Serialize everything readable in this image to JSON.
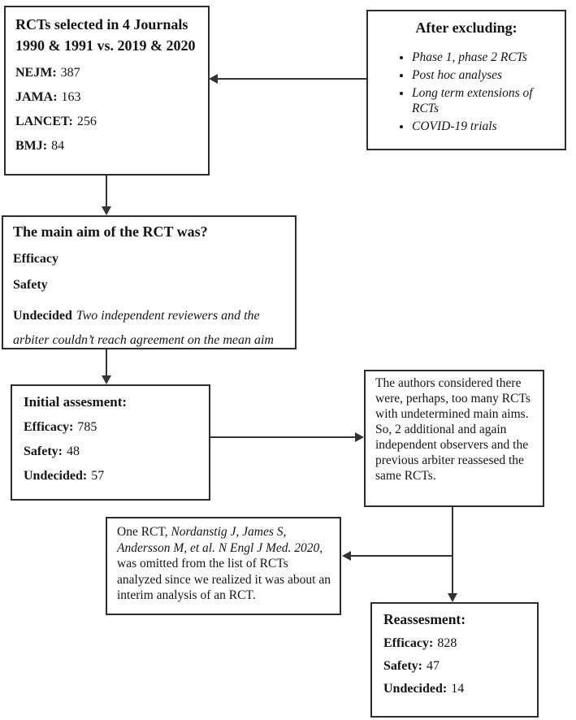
{
  "colors": {
    "line": "#333333",
    "border": "#2d2d2d",
    "text": "#141414",
    "background": "#ffffff"
  },
  "boxes": {
    "journals": {
      "title_line1": "RCTs selected in 4 Journals",
      "title_line2": "1990 & 1991 vs. 2019 & 2020",
      "items": [
        {
          "label": "NEJM:",
          "value": "387"
        },
        {
          "label": "JAMA:",
          "value": "163"
        },
        {
          "label": "LANCET:",
          "value": "256"
        },
        {
          "label": "BMJ:",
          "value": "84"
        }
      ]
    },
    "excluding": {
      "title": "After excluding:",
      "bullets": [
        "Phase 1, phase 2 RCTs",
        "Post hoc analyses",
        "Long term extensions of RCTs",
        "COVID-19 trials"
      ]
    },
    "main_aim": {
      "title": "The main aim of the RCT was?",
      "options": [
        "Efficacy",
        "Safety"
      ],
      "undecided_label": "Undecided",
      "undecided_note": "Two independent reviewers and the arbiter couldn’t reach agreement on the mean aim"
    },
    "initial": {
      "title": "Initial assesment:",
      "items": [
        {
          "label": "Efficacy:",
          "value": "785"
        },
        {
          "label": "Safety:",
          "value": "48"
        },
        {
          "label": "Undecided:",
          "value": "57"
        }
      ]
    },
    "authors_note": {
      "line1": "The authors considered there were, perhaps, too many RCTs with undetermined main aims.",
      "line2": "So, 2 additional and again independent observers and the previous arbiter reassesed the same RCTs."
    },
    "omitted": {
      "prefix": "One RCT, ",
      "citation": "Nordanstig J, James S, Andersson M, et al. N Engl J Med. 2020,",
      "suffix": " was omitted from the list of RCTs analyzed since we realized it was about an interim analysis of an RCT."
    },
    "reassesment": {
      "title": "Reassesment:",
      "items": [
        {
          "label": "Efficacy:",
          "value": "828"
        },
        {
          "label": "Safety:",
          "value": "47"
        },
        {
          "label": "Undecided:",
          "value": "14"
        }
      ]
    }
  }
}
